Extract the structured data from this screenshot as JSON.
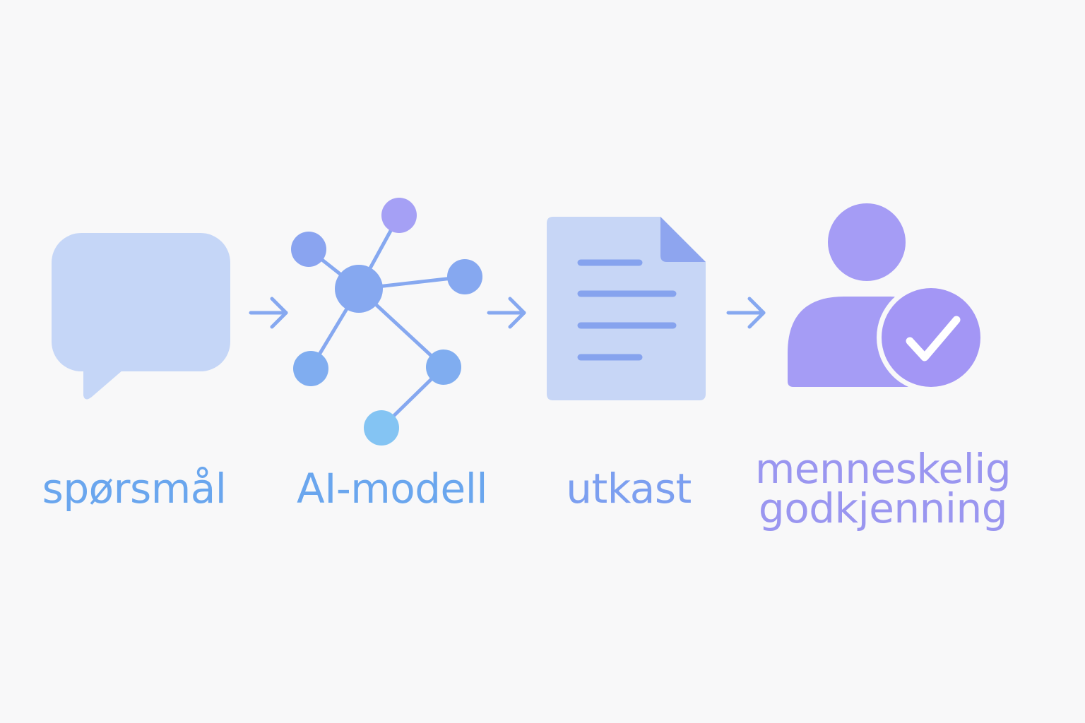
{
  "steps": [
    {
      "label": "spørsmål",
      "icon": "speech-bubble-icon",
      "color": "#6aa6ee"
    },
    {
      "label": "AI-modell",
      "icon": "neural-network-icon",
      "color": "#6aa6ee"
    },
    {
      "label": "utkast",
      "icon": "document-icon",
      "color": "#7c9ff0"
    },
    {
      "label_line1": "menneskelig",
      "label_line2": "godkjenning",
      "icon": "person-check-icon",
      "color": "#9a96f0"
    }
  ],
  "colors": {
    "background": "#f8f8f9",
    "arrow": "#86a8f0",
    "bubble": "#c5d6f7",
    "node_primary": "#86a8f0",
    "node_accent": "#a5a0f5",
    "node_light": "#84c4f3",
    "document": "#c7d6f6",
    "document_lines": "#86a3ee",
    "person": "#a59cf5",
    "check_badge": "#a396f5"
  }
}
